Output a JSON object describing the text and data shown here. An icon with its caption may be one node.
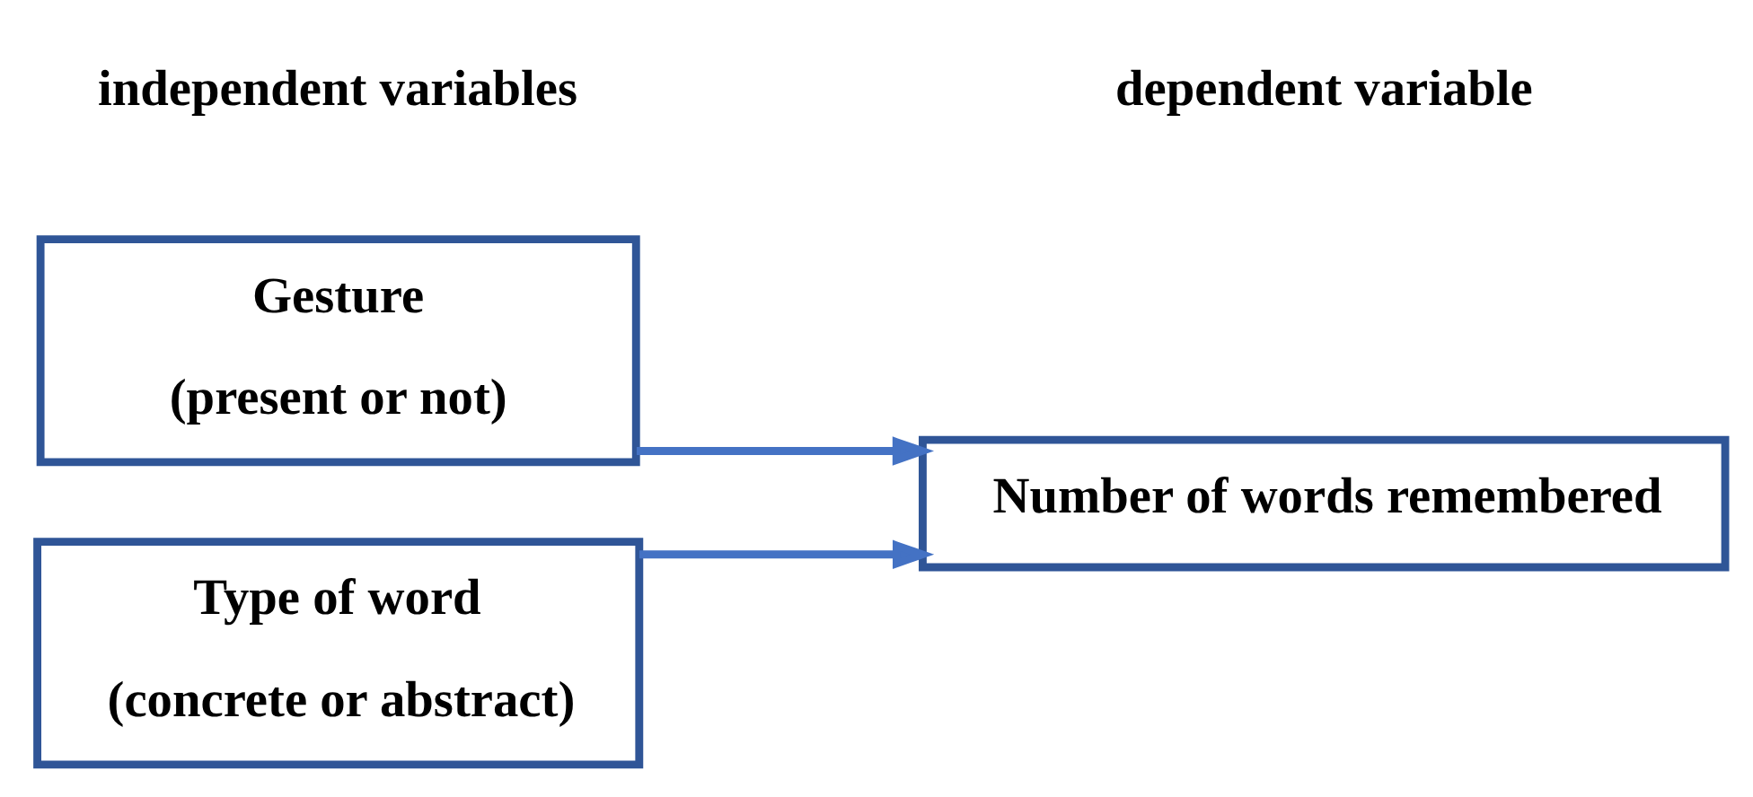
{
  "diagram": {
    "nodes": [
      {
        "text": [
          "Gesture",
          "(present or not)"
        ]
      },
      {
        "text": [
          "Type of word",
          "(concrete or abstract)"
        ]
      },
      {
        "text": [
          "Number of words remembered"
        ]
      }
    ],
    "edges": [
      {
        "from": 0,
        "to": 2,
        "arrow": "to"
      },
      {
        "from": 1,
        "to": 2,
        "arrow": "to"
      }
    ],
    "labels": [
      "independent variables",
      "dependent variable"
    ]
  }
}
